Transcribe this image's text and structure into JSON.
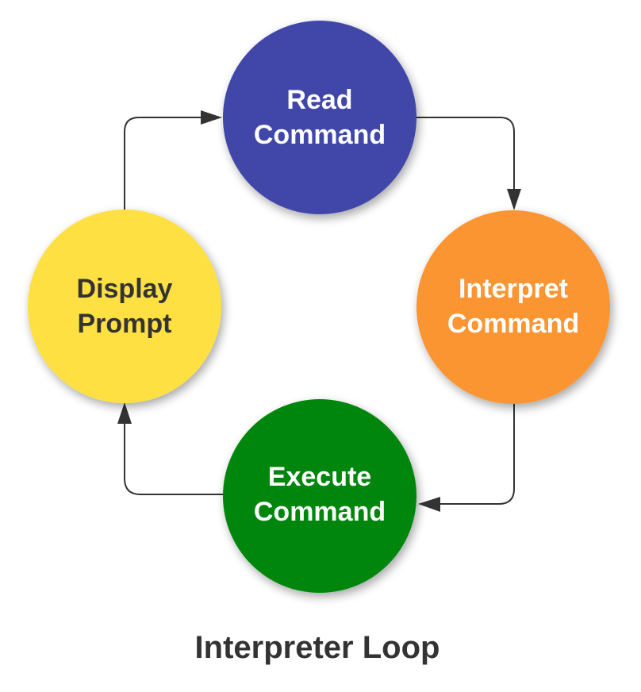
{
  "title": "Interpreter Loop",
  "colors": {
    "connector": "#333333",
    "title": "#333333"
  },
  "nodes": [
    {
      "id": "read",
      "lines": [
        "Read",
        "Command"
      ],
      "fill": "#4146A8",
      "text_color": "#ffffff"
    },
    {
      "id": "interpret",
      "lines": [
        "Interpret",
        "Command"
      ],
      "fill": "#FA9532",
      "text_color": "#ffffff"
    },
    {
      "id": "execute",
      "lines": [
        "Execute",
        "Command"
      ],
      "fill": "#05860F",
      "text_color": "#ffffff"
    },
    {
      "id": "display",
      "lines": [
        "Display",
        "Prompt"
      ],
      "fill": "#FEE042",
      "text_color": "#333333"
    }
  ],
  "edges": [
    {
      "from": "display",
      "to": "read"
    },
    {
      "from": "read",
      "to": "interpret"
    },
    {
      "from": "interpret",
      "to": "execute"
    },
    {
      "from": "execute",
      "to": "display"
    }
  ]
}
